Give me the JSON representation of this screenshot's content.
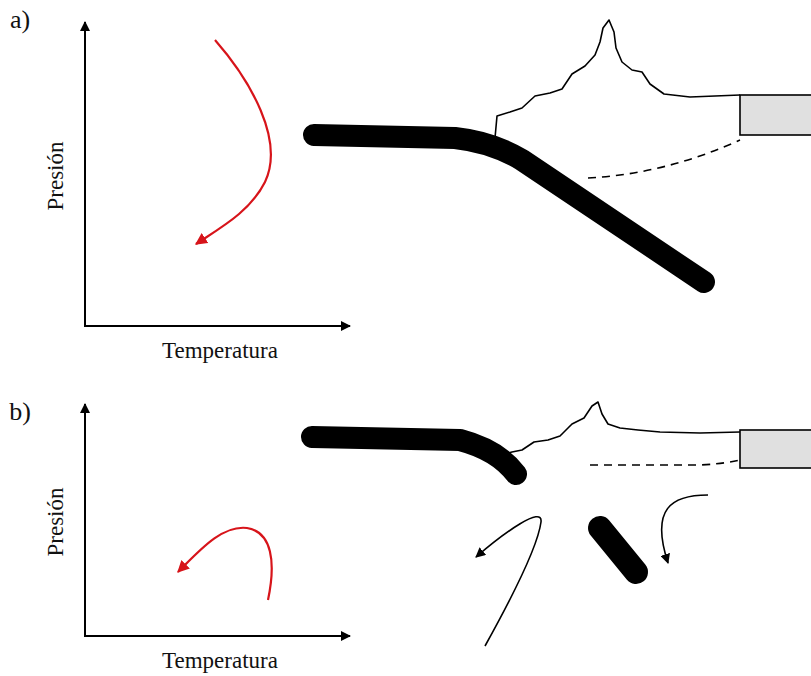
{
  "diagram": {
    "labels": [
      "a)",
      "Presión",
      "Temperatura",
      "b)",
      "Presión",
      "Temperatura"
    ]
  }
}
